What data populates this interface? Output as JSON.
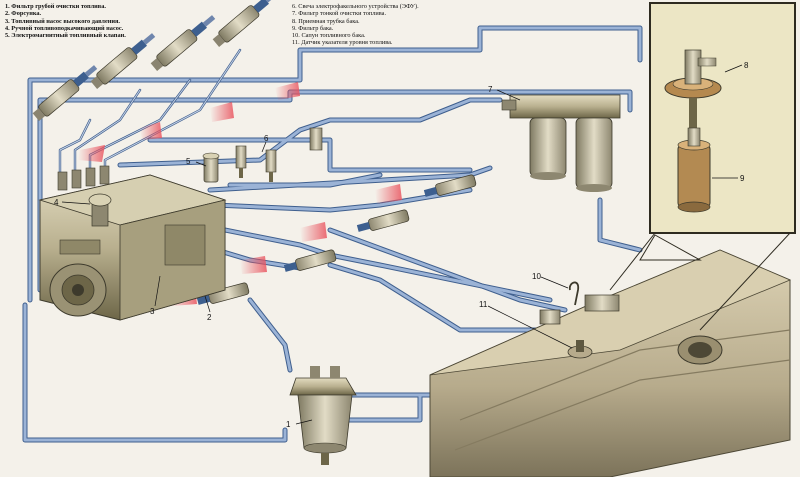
{
  "legend": {
    "left": [
      "1. Фильтр грубой очистки топлива.",
      "2. Форсунка.",
      "3. Топливный насос высокого давления.",
      "4. Ручной топливоподкачивающий насос.",
      "5. Электромагнитный топливный клапан."
    ],
    "right": [
      "6. Свеча электрофакельного устройства (ЭФУ).",
      "7. Фильтр тонкой очистки топлива.",
      "8. Приемная трубка бака.",
      "9. Фильтр бака.",
      "10. Сапун топливного бака.",
      "11. Датчик указателя уровня топлива."
    ]
  },
  "callouts": [
    "1",
    "2",
    "3",
    "4",
    "5",
    "6",
    "7",
    "8",
    "9",
    "10",
    "11"
  ],
  "colors": {
    "background": "#f4f1ea",
    "fuel_line": "#9bb3d6",
    "fuel_line_edge": "#3f5f8e",
    "metal": "#b9b08f",
    "metal_dark": "#5e5840",
    "tank": "#c3b89a",
    "injector_tip": "#3d5f8f",
    "highlight_red": "#e9545f",
    "inset_bg": "#ece6c5"
  }
}
